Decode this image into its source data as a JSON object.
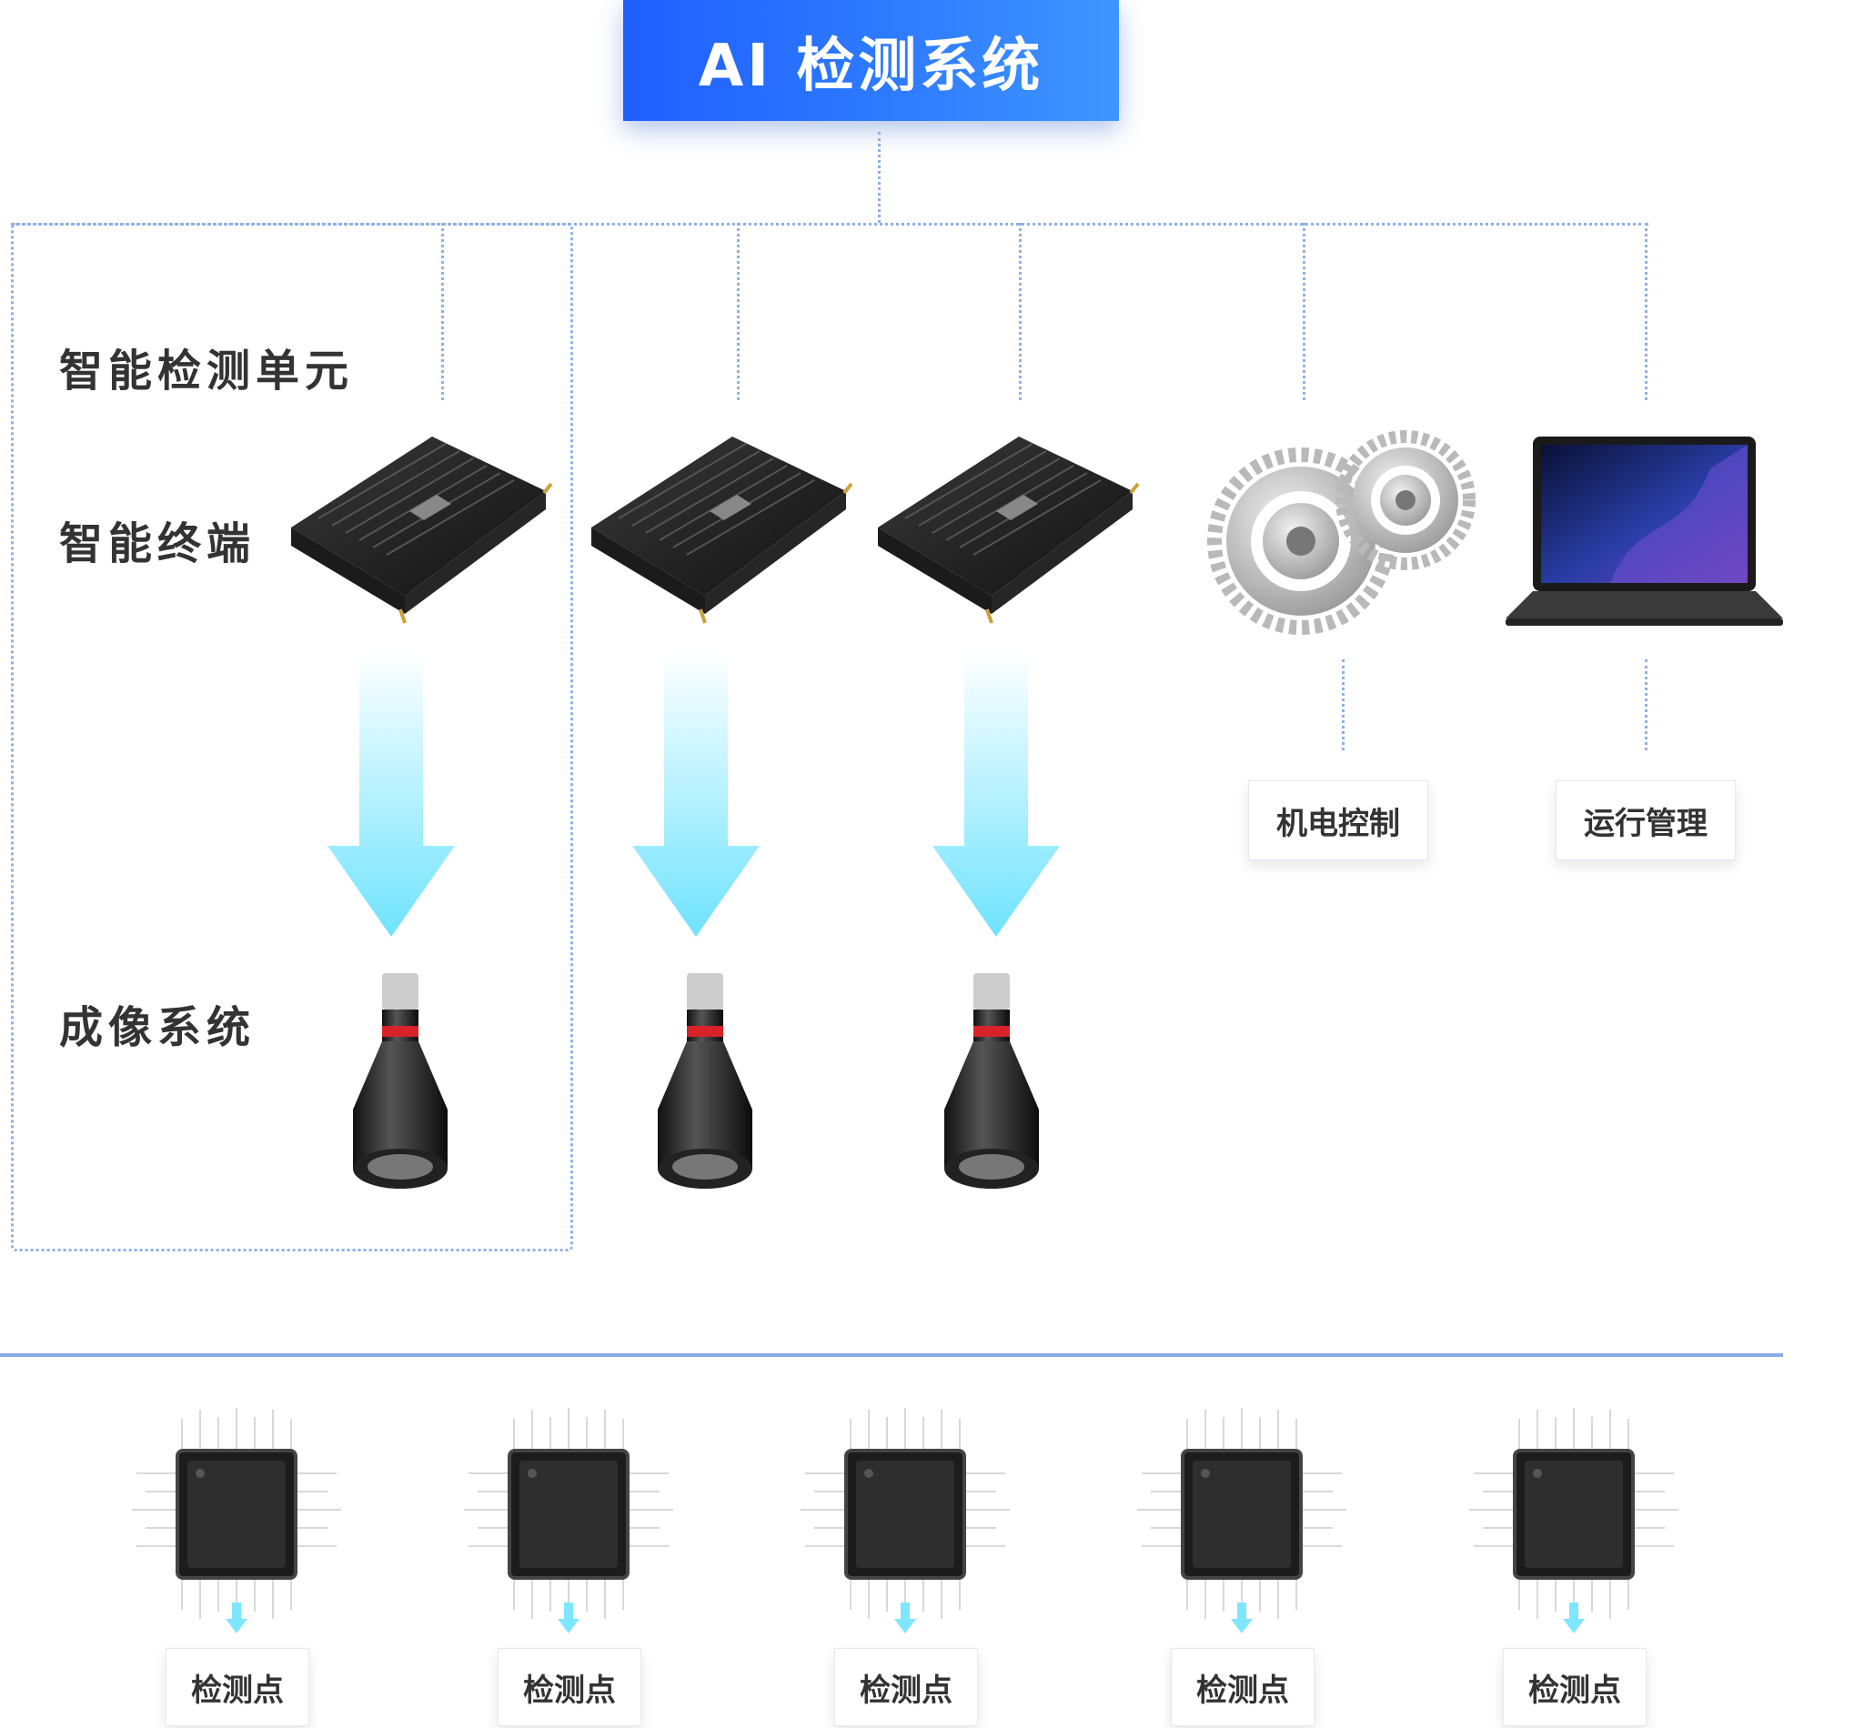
{
  "title": "AI 检测系统",
  "unit_label": "智能检测单元",
  "row_labels": {
    "terminal": "智能终端",
    "imaging": "成像系统"
  },
  "tags": {
    "electromech": "机电控制",
    "operations": "运行管理"
  },
  "checkpoints": [
    "检测点",
    "检测点",
    "检测点",
    "检测点",
    "检测点"
  ],
  "icons": [
    "edge-terminal-icon",
    "downward-arrow-icon",
    "camera-lens-icon",
    "gears-icon",
    "laptop-icon",
    "chip-icon"
  ],
  "colors": {
    "title_bg": "#2e7bff",
    "dashed_line": "#8fb0ea",
    "separator": "#8aaae6",
    "arrow": "#7fe6ff"
  }
}
